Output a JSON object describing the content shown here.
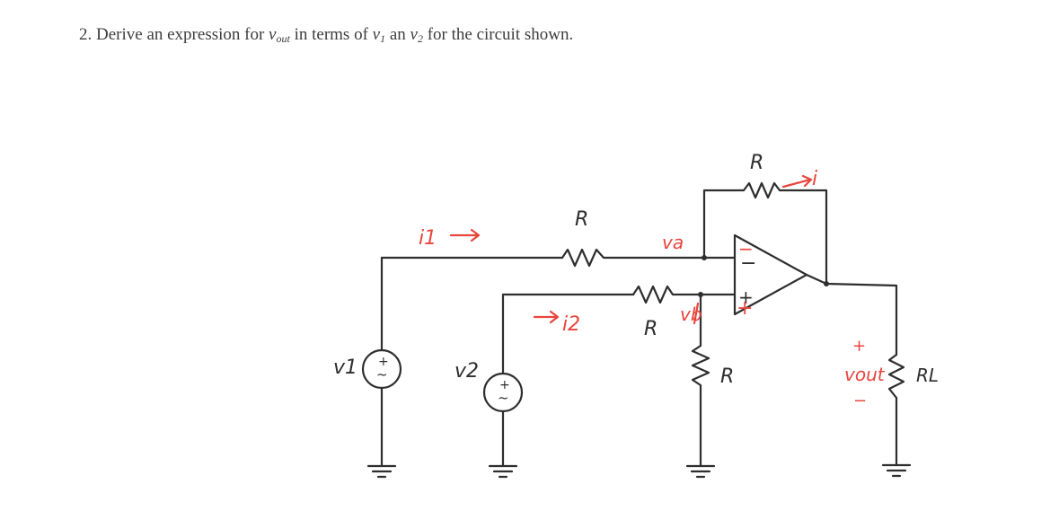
{
  "question": {
    "number": "2.",
    "text_before": "Derive an expression for ",
    "vout_main": "v",
    "vout_sub": "out",
    "text_mid": " in terms of ",
    "v1_main": "v",
    "v1_sub": "1",
    "text_an": " an ",
    "v2_main": "v",
    "v2_sub": "2",
    "text_after": " for the circuit shown."
  },
  "circuit": {
    "labels": {
      "r_input_1": "R",
      "r_input_2": "R",
      "r_feedback": "R",
      "r_ground": "R",
      "r_load": "RL",
      "v1": "v1",
      "v2": "v2",
      "vout": "vout",
      "opamp_minus": "−",
      "opamp_plus": "+",
      "source_plus": "+",
      "source_tilde": "~",
      "vout_plus": "+",
      "vout_minus": "−"
    },
    "annotations": {
      "i1": "i1",
      "i2": "i2",
      "i": "i",
      "va": "va",
      "vb": "vb",
      "minus_mark": "−",
      "plus_mark": "+"
    },
    "colors": {
      "wire": "#2e2e2e",
      "annotation": "#e8453c",
      "question_text": "#3d3d3d"
    }
  }
}
